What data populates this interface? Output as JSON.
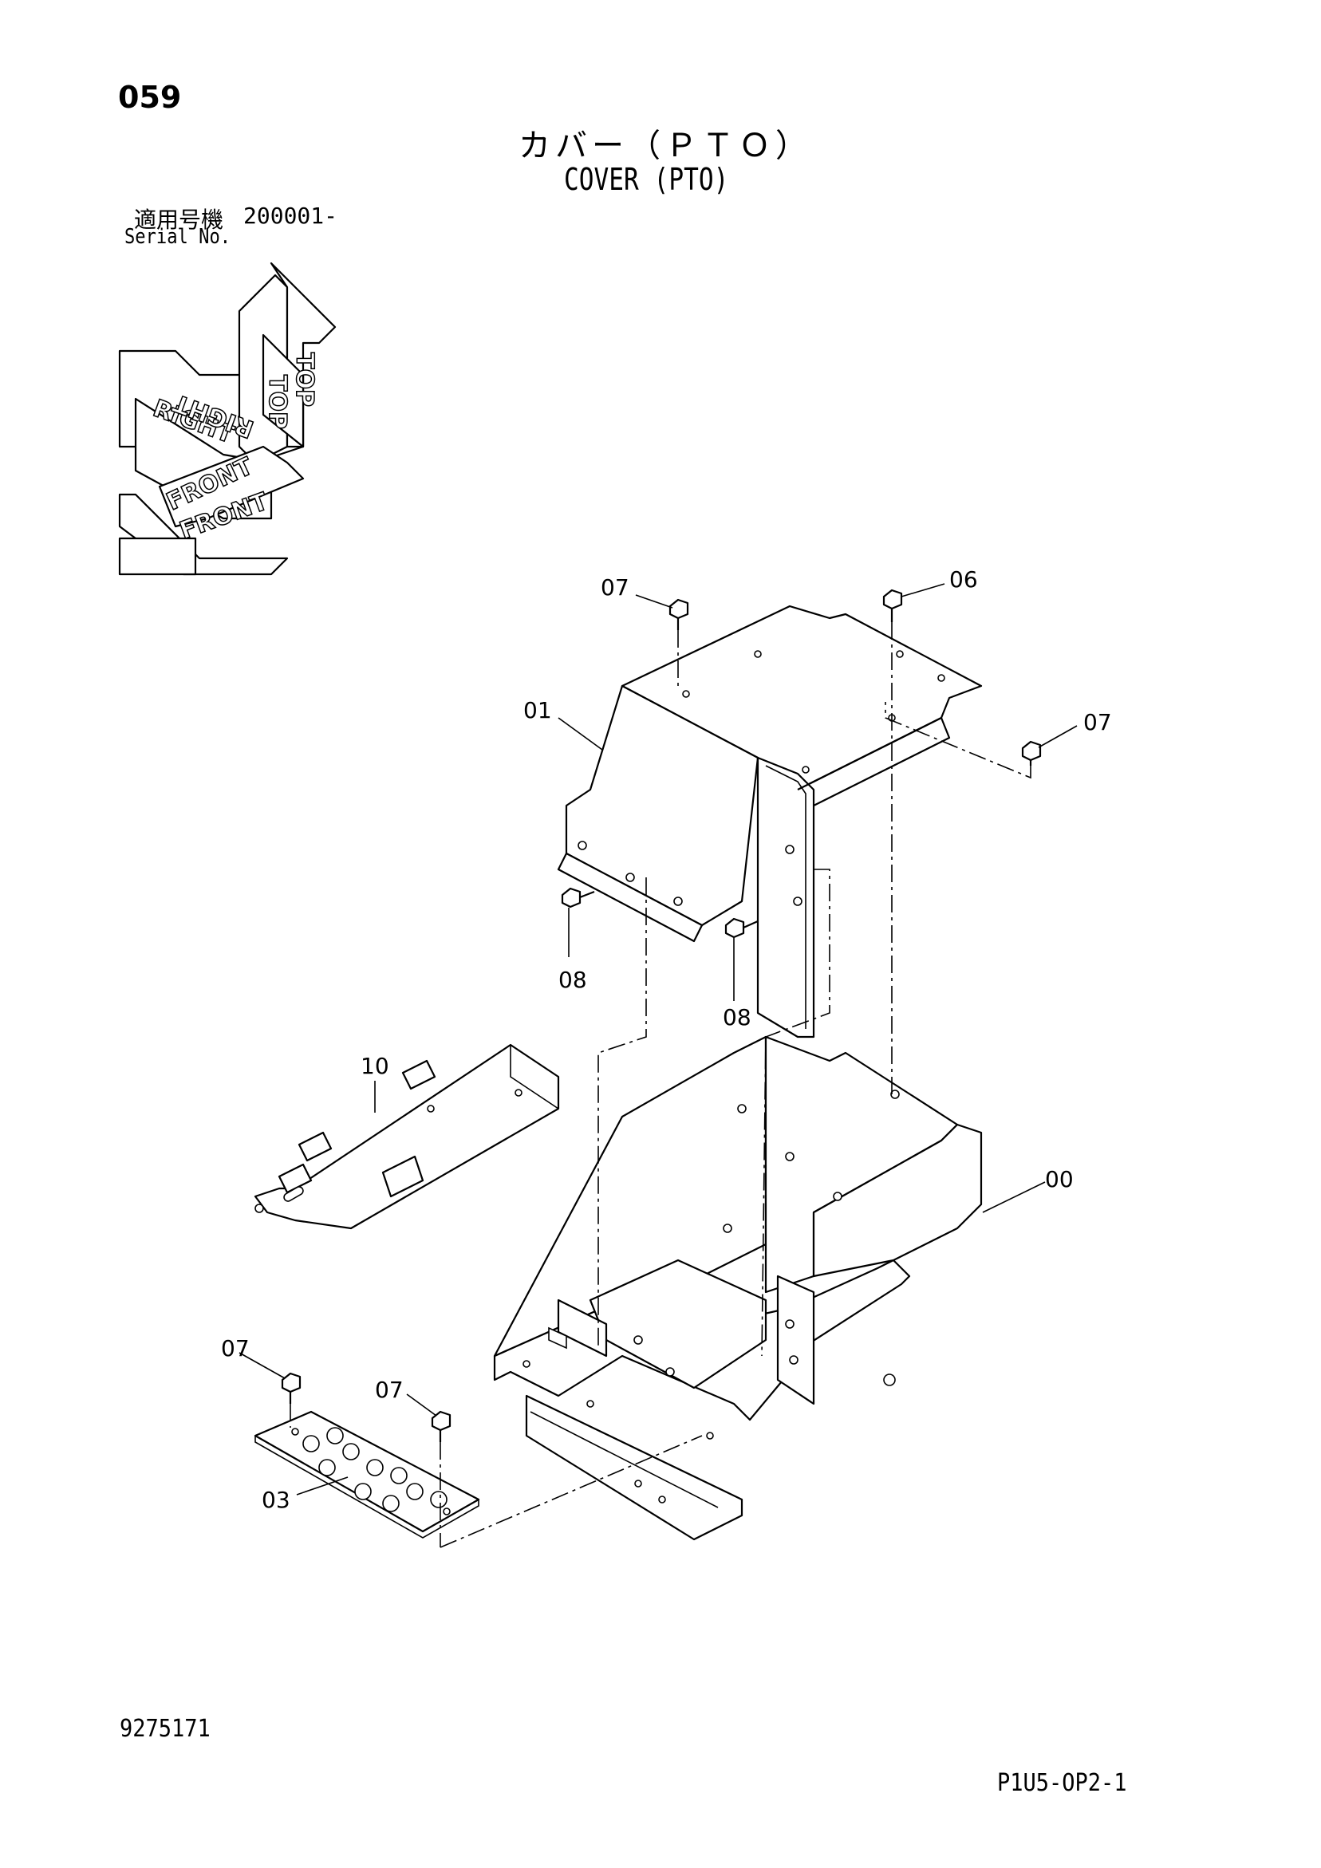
{
  "header": {
    "page_number": "059",
    "title_jp": "カバー（ＰＴＯ）",
    "title_en": "COVER (PTO)",
    "serial_label_jp": "適用号機",
    "serial_label_en": "Serial No.",
    "serial_range": "200001-"
  },
  "orientation": {
    "labels": [
      "TOP",
      "TOP",
      "RIGHT",
      "RIGHT",
      "FRONT",
      "FRONT"
    ]
  },
  "parts": {
    "p00": "00",
    "p01": "01",
    "p03": "03",
    "p06": "06",
    "p07a": "07",
    "p07b": "07",
    "p07c": "07",
    "p07d": "07",
    "p08a": "08",
    "p08b": "08",
    "p10": "10"
  },
  "footer": {
    "drawing_number": "9275171",
    "sheet_code": "P1U5-OP2-1"
  }
}
